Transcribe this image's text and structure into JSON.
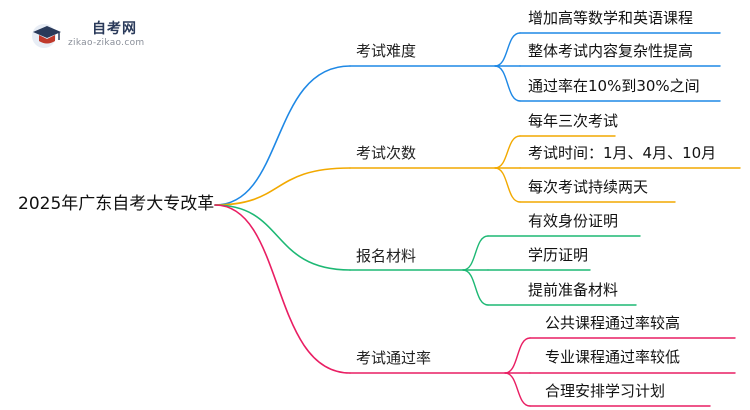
{
  "logo": {
    "name": "自考网",
    "url": "zikao-zikao.com"
  },
  "root": "2025年广东自考大专改革",
  "branches": [
    {
      "label": "考试难度",
      "color": "#1e88e5",
      "leaves": [
        "增加高等数学和英语课程",
        "整体考试内容复杂性提高",
        "通过率在10%到30%之间"
      ]
    },
    {
      "label": "考试次数",
      "color": "#f2a900",
      "leaves": [
        "每年三次考试",
        "考试时间：1月、4月、10月",
        "每次考试持续两天"
      ]
    },
    {
      "label": "报名材料",
      "color": "#1db874",
      "leaves": [
        "有效身份证明",
        "学历证明",
        "提前准备材料"
      ]
    },
    {
      "label": "考试通过率",
      "color": "#e91e63",
      "leaves": [
        "公共课程通过率较高",
        "专业课程通过率较低",
        "合理安排学习计划"
      ]
    }
  ]
}
